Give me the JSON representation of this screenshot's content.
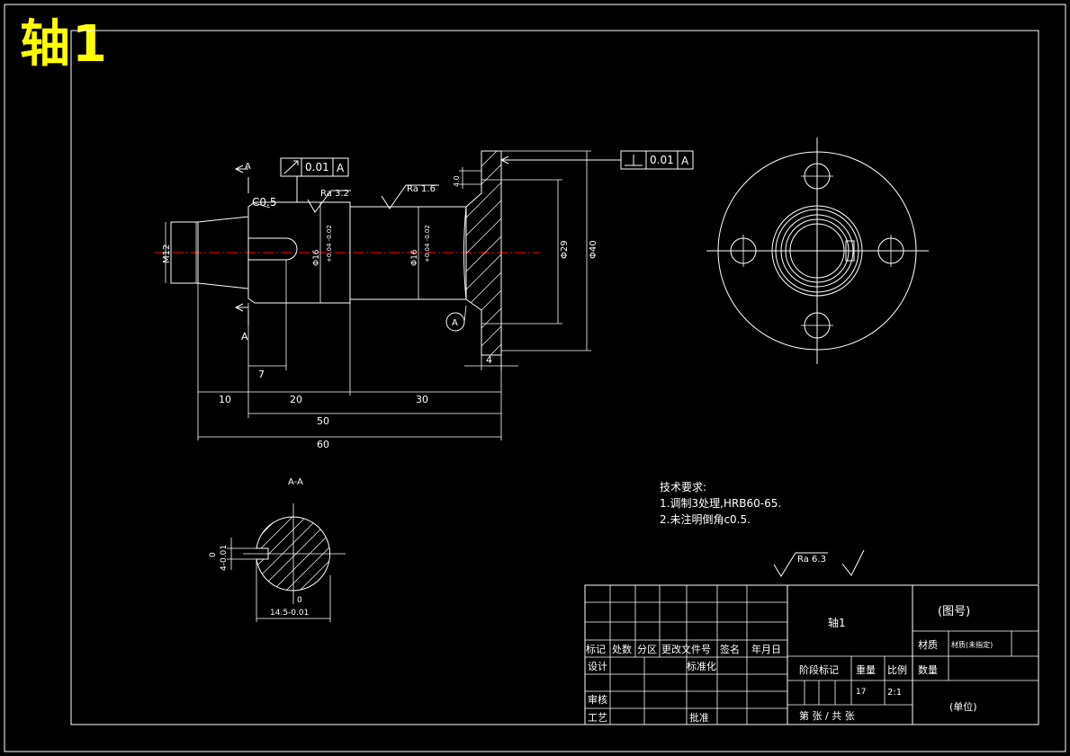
{
  "title": "轴1",
  "colors": {
    "background": "#000000",
    "lines": "#ffffff",
    "title": "#ffff00",
    "centerline": "#ff0000",
    "frame_right": "#0000ff"
  },
  "main_view": {
    "section_mark": "A",
    "chamfer": "C0.5",
    "roughness_left": "Ra 3.2",
    "roughness_right": "Ra 1.6",
    "runout_tol": "0.01",
    "runout_ref": "A",
    "perp_tol": "0.01",
    "perp_ref": "A",
    "datum": "A",
    "thread": "M12",
    "dia_left_fit": "Φ16",
    "dia_right_fit": "Φ16",
    "flange_bore": "Φ29",
    "flange_od": "Φ40",
    "small_dim": "4.0",
    "flange_thk": "4",
    "dims": {
      "key": "7",
      "d10": "10",
      "d20": "20",
      "d30": "30",
      "d50": "50",
      "d60": "60"
    }
  },
  "section_view": {
    "label": "A-A",
    "depth": "0",
    "depth_tol": "4-0.01",
    "width_zero": "0",
    "width": "14.5-0.01"
  },
  "notes": {
    "heading": "技术要求:",
    "items": [
      "1.调制3处理,HRB60-65.",
      "2.未注明倒角c0.5."
    ]
  },
  "surface_default": "Ra 6.3",
  "title_block": {
    "part_name": "轴1",
    "drawing_no": "(图号)",
    "material_label": "材质",
    "material_value": "材质(未指定)",
    "revision_headers": [
      "标记",
      "处数",
      "分区",
      "更改文件号",
      "签名",
      "年月日"
    ],
    "design": "设计",
    "standardize": "标准化",
    "stage_label": "阶段标记",
    "weight_label": "重量",
    "scale_label": "比例",
    "qty_label": "数量",
    "weight_value": "17",
    "scale_value": "2:1",
    "review": "审核",
    "process": "工艺",
    "approve": "批准",
    "sheet": "第  张 / 共  张",
    "unit": "(单位)"
  }
}
